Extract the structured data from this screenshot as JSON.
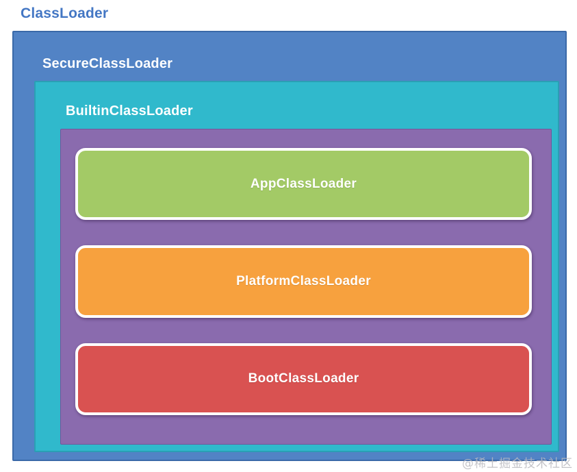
{
  "diagram": {
    "title": "ClassLoader",
    "secure": {
      "label": "SecureClassLoader"
    },
    "builtin": {
      "label": "BuiltinClassLoader"
    },
    "loaders": [
      {
        "label": "AppClassLoader",
        "color": "#a3ca66"
      },
      {
        "label": "PlatformClassLoader",
        "color": "#f7a13e"
      },
      {
        "label": "BootClassLoader",
        "color": "#d95251"
      }
    ],
    "watermark": "@稀土掘金技术社区",
    "colors": {
      "title_text": "#4477c4",
      "secure_fill": "#5283c5",
      "secure_border": "#3a69a8",
      "builtin_fill": "#30b9cc",
      "builtin_border": "#2a9fb4",
      "inner_fill": "#8a6bae",
      "inner_border": "#74549a",
      "node_border": "#ffffff",
      "label_text": "#ffffff"
    }
  }
}
